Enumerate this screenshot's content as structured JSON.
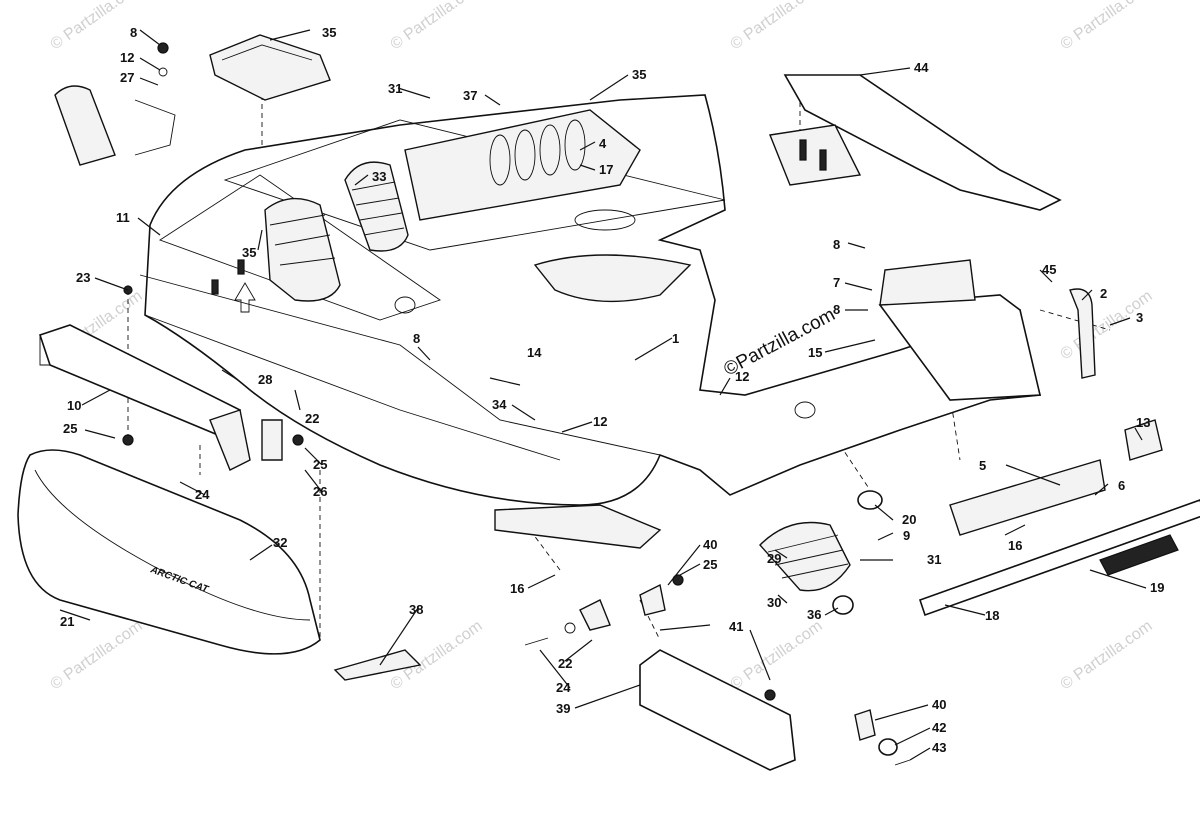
{
  "watermark": "© Partzilla.com",
  "brand_label": "©Partzilla.com",
  "decal_text": "ARCTIC CAT",
  "callouts": [
    {
      "id": "c1",
      "text": "1"
    },
    {
      "id": "c2",
      "text": "2"
    },
    {
      "id": "c3",
      "text": "3"
    },
    {
      "id": "c4",
      "text": "4"
    },
    {
      "id": "c5",
      "text": "5"
    },
    {
      "id": "c6",
      "text": "6"
    },
    {
      "id": "c7",
      "text": "7"
    },
    {
      "id": "c8a",
      "text": "8"
    },
    {
      "id": "c8b",
      "text": "8"
    },
    {
      "id": "c8c",
      "text": "8"
    },
    {
      "id": "c8d",
      "text": "8"
    },
    {
      "id": "c9",
      "text": "9"
    },
    {
      "id": "c10",
      "text": "10"
    },
    {
      "id": "c11",
      "text": "11"
    },
    {
      "id": "c12a",
      "text": "12"
    },
    {
      "id": "c12b",
      "text": "12"
    },
    {
      "id": "c12c",
      "text": "12"
    },
    {
      "id": "c13",
      "text": "13"
    },
    {
      "id": "c14",
      "text": "14"
    },
    {
      "id": "c15",
      "text": "15"
    },
    {
      "id": "c16a",
      "text": "16"
    },
    {
      "id": "c16b",
      "text": "16"
    },
    {
      "id": "c17",
      "text": "17"
    },
    {
      "id": "c18",
      "text": "18"
    },
    {
      "id": "c19",
      "text": "19"
    },
    {
      "id": "c20",
      "text": "20"
    },
    {
      "id": "c21",
      "text": "21"
    },
    {
      "id": "c22a",
      "text": "22"
    },
    {
      "id": "c22b",
      "text": "22"
    },
    {
      "id": "c23",
      "text": "23"
    },
    {
      "id": "c24a",
      "text": "24"
    },
    {
      "id": "c24b",
      "text": "24"
    },
    {
      "id": "c25a",
      "text": "25"
    },
    {
      "id": "c25b",
      "text": "25"
    },
    {
      "id": "c25c",
      "text": "25"
    },
    {
      "id": "c26",
      "text": "26"
    },
    {
      "id": "c27",
      "text": "27"
    },
    {
      "id": "c28",
      "text": "28"
    },
    {
      "id": "c29",
      "text": "29"
    },
    {
      "id": "c30",
      "text": "30"
    },
    {
      "id": "c31a",
      "text": "31"
    },
    {
      "id": "c31b",
      "text": "31"
    },
    {
      "id": "c32",
      "text": "32"
    },
    {
      "id": "c33",
      "text": "33"
    },
    {
      "id": "c34",
      "text": "34"
    },
    {
      "id": "c35a",
      "text": "35"
    },
    {
      "id": "c35b",
      "text": "35"
    },
    {
      "id": "c35c",
      "text": "35"
    },
    {
      "id": "c36",
      "text": "36"
    },
    {
      "id": "c37",
      "text": "37"
    },
    {
      "id": "c38",
      "text": "38"
    },
    {
      "id": "c39",
      "text": "39"
    },
    {
      "id": "c40a",
      "text": "40"
    },
    {
      "id": "c40b",
      "text": "40"
    },
    {
      "id": "c41",
      "text": "41"
    },
    {
      "id": "c42",
      "text": "42"
    },
    {
      "id": "c43",
      "text": "43"
    },
    {
      "id": "c44",
      "text": "44"
    },
    {
      "id": "c45",
      "text": "45"
    }
  ]
}
